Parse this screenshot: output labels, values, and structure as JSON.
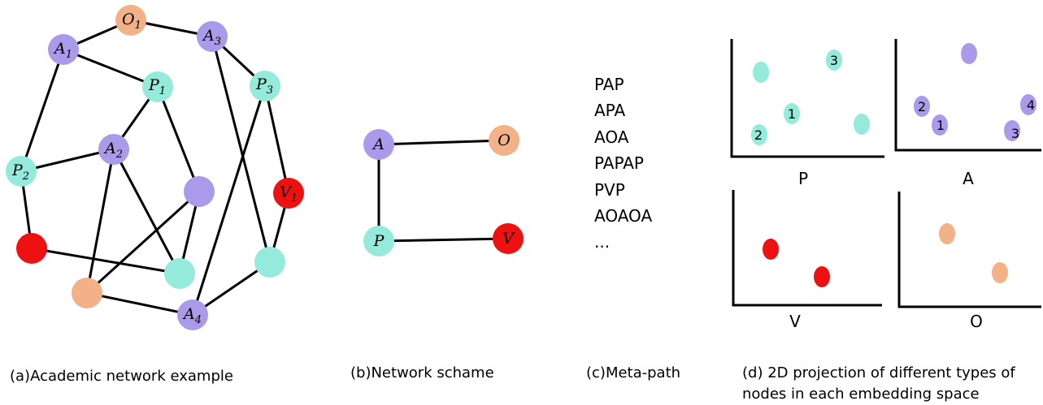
{
  "colors": {
    "author": "#a99bea",
    "paper": "#94eadb",
    "organization": "#f2b187",
    "venue": "#ee1111",
    "edge": "#000000"
  },
  "network": {
    "node_labels": {
      "O1": {
        "base": "O",
        "sub": "1"
      },
      "A1": {
        "base": "A",
        "sub": "1"
      },
      "A3": {
        "base": "A",
        "sub": "3"
      },
      "P1": {
        "base": "P",
        "sub": "1"
      },
      "P3": {
        "base": "P",
        "sub": "3"
      },
      "A2": {
        "base": "A",
        "sub": "2"
      },
      "P2": {
        "base": "P",
        "sub": "2"
      },
      "V1": {
        "base": "V",
        "sub": "1"
      },
      "A4": {
        "base": "A",
        "sub": "4"
      }
    },
    "caption": "(a)Academic network example"
  },
  "schema": {
    "nodes": {
      "A": "A",
      "O": "O",
      "P": "P",
      "V": "V"
    },
    "caption": "(b)Network schame"
  },
  "metapaths": {
    "items": [
      "PAP",
      "APA",
      "AOA",
      "PAPAP",
      "PVP",
      "AOAOA",
      "..."
    ],
    "caption": "(c)Meta-path"
  },
  "projection": {
    "caption_line1": "(d) 2D projection of different types of",
    "caption_line2": "nodes in each embedding space",
    "panels": {
      "P": {
        "label": "P",
        "point_labels": [
          "3",
          "1",
          "2"
        ]
      },
      "A": {
        "label": "A",
        "point_labels": [
          "2",
          "1",
          "4",
          "3"
        ]
      },
      "V": {
        "label": "V"
      },
      "O": {
        "label": "O"
      }
    }
  }
}
